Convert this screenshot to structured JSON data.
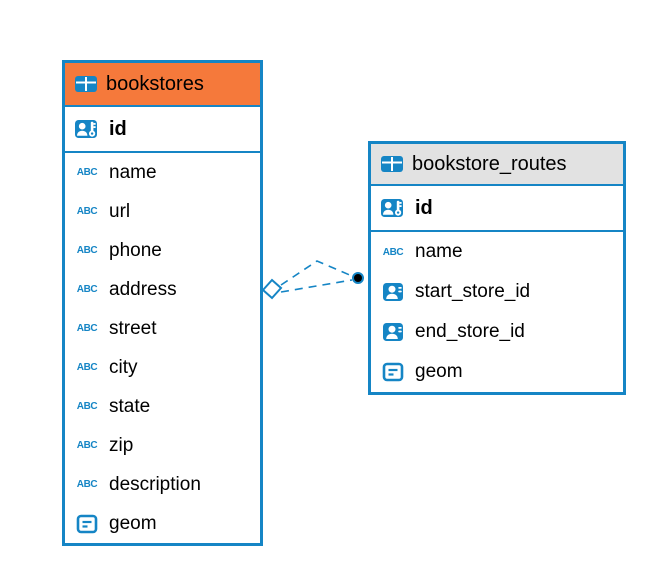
{
  "colors": {
    "accent_blue": "#1585c5",
    "header_orange": "#f5793b",
    "header_gray": "#e2e2e2",
    "dot_black": "#000000"
  },
  "icons": {
    "abc_label": "ABC"
  },
  "tables": [
    {
      "name": "bookstores",
      "primary_key": {
        "label": "id"
      },
      "fields": [
        {
          "label": "name"
        },
        {
          "label": "url"
        },
        {
          "label": "phone"
        },
        {
          "label": "address"
        },
        {
          "label": "street"
        },
        {
          "label": "city"
        },
        {
          "label": "state"
        },
        {
          "label": "zip"
        },
        {
          "label": "description"
        },
        {
          "label": "geom"
        }
      ]
    },
    {
      "name": "bookstore_routes",
      "primary_key": {
        "label": "id"
      },
      "fields": [
        {
          "label": "name"
        },
        {
          "label": "start_store_id"
        },
        {
          "label": "end_store_id"
        },
        {
          "label": "geom"
        }
      ]
    }
  ]
}
